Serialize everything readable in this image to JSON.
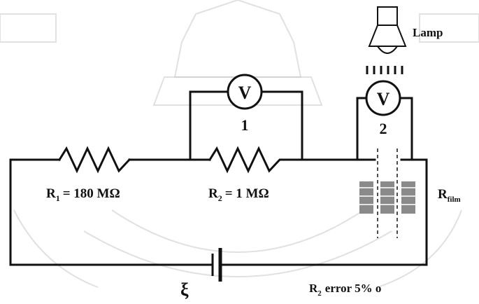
{
  "diagram": {
    "lamp_label": "Lamp",
    "voltmeter1": {
      "symbol": "V",
      "number": "1"
    },
    "voltmeter2": {
      "symbol": "V",
      "number": "2"
    },
    "r1": {
      "main": "R",
      "sub": "1",
      "value": "= 180 MΩ"
    },
    "r2": {
      "main": "R",
      "sub": "2",
      "value": "= 1 MΩ"
    },
    "rfilm": {
      "main": "R",
      "sub": "film"
    },
    "emf_label": "ξ",
    "r2_error": {
      "main": "R",
      "sub": "2",
      "text": "error 5% o"
    }
  },
  "colors": {
    "ink": "#111111",
    "watermark": "#c8c8c8",
    "film": "#8a8a8a"
  }
}
